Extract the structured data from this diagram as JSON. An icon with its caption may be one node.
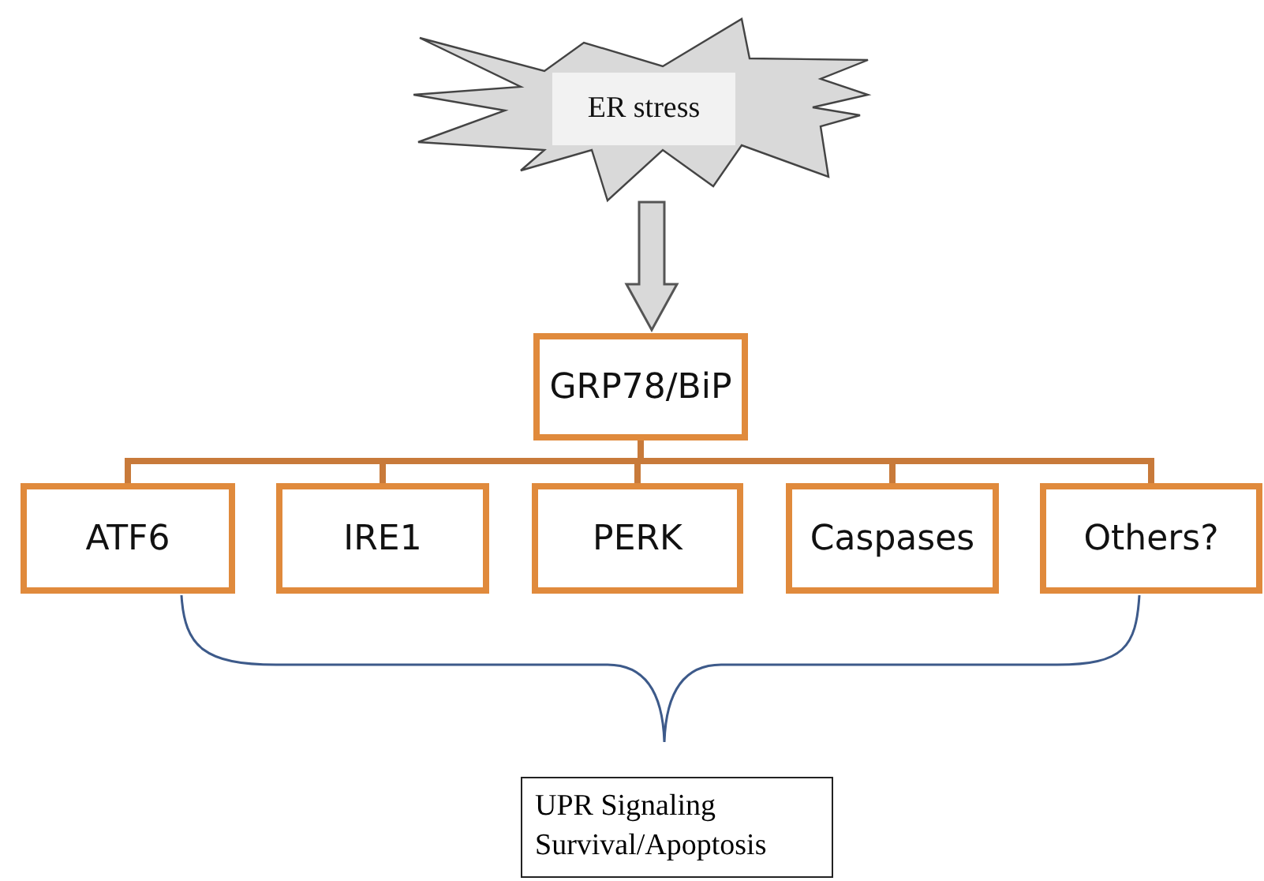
{
  "diagram": {
    "nodes": [
      {
        "text": [
          "ER stress"
        ]
      },
      {
        "text": [
          "GRP78/BiP"
        ]
      },
      {
        "text": [
          "ATF6"
        ]
      },
      {
        "text": [
          "IRE1"
        ]
      },
      {
        "text": [
          "PERK"
        ]
      },
      {
        "text": [
          "Caspases"
        ]
      },
      {
        "text": [
          "Others?"
        ]
      },
      {
        "text": [
          "UPR Signaling Survival/Apoptosis"
        ]
      }
    ],
    "edges": [
      {
        "from": 0,
        "to": 1,
        "arrow": "to",
        "style": "thick",
        "color": "#d9d9d9"
      },
      {
        "from": 1,
        "to": 2,
        "arrow": "none"
      },
      {
        "from": 1,
        "to": 3,
        "arrow": "none"
      },
      {
        "from": 1,
        "to": 4,
        "arrow": "none"
      },
      {
        "from": 1,
        "to": 5,
        "arrow": "none"
      },
      {
        "from": 1,
        "to": 6,
        "arrow": "none"
      }
    ]
  }
}
